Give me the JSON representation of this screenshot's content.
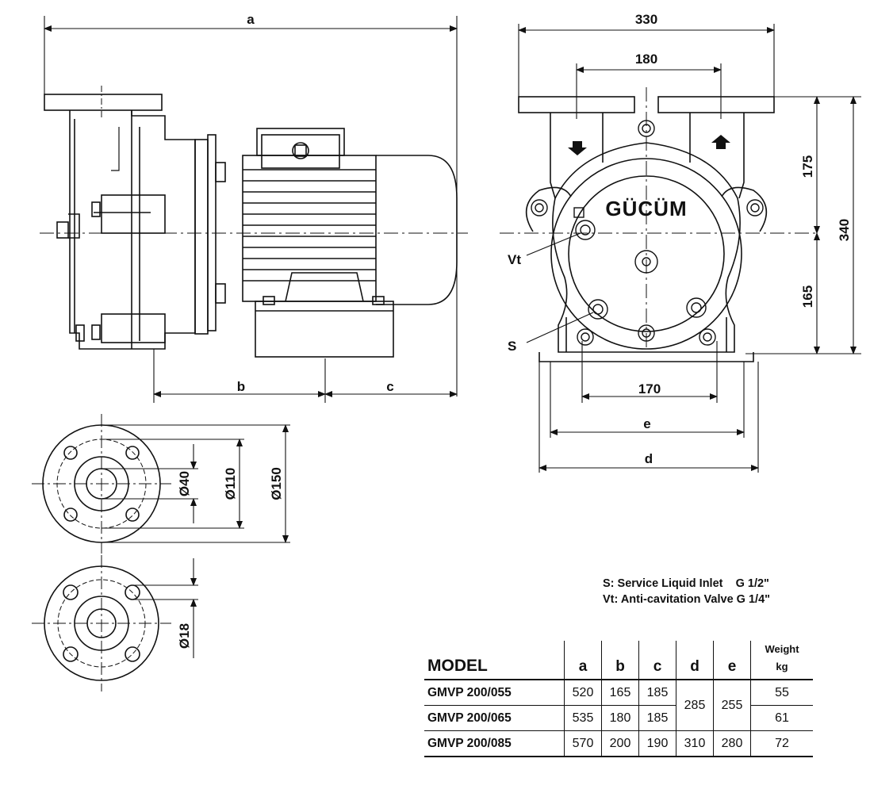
{
  "dimension_labels": {
    "a": "a",
    "b": "b",
    "c": "c",
    "d": "d",
    "e": "e",
    "width_330": "330",
    "port_spacing_180": "180",
    "height_175": "175",
    "height_340": "340",
    "height_165": "165",
    "foot_170": "170",
    "flange_bore": "Ø40",
    "flange_bolt_circle": "Ø110",
    "flange_outer": "Ø150",
    "bolt_hole": "Ø18"
  },
  "callouts": {
    "vt": "Vt",
    "s": "S"
  },
  "brand_text": "GÜCÜM",
  "notes": {
    "s_line": "S: Service Liquid Inlet    G 1/2\"",
    "vt_line": "Vt: Anti-cavitation Valve G 1/4\""
  },
  "table": {
    "model_header": "MODEL",
    "columns": [
      "a",
      "b",
      "c",
      "d",
      "e"
    ],
    "weight_header": "Weight",
    "weight_unit": "kg",
    "rows": [
      {
        "model": "GMVP 200/055",
        "a": "520",
        "b": "165",
        "c": "185",
        "weight": "55"
      },
      {
        "model": "GMVP 200/065",
        "a": "535",
        "b": "180",
        "c": "185",
        "weight": "61"
      },
      {
        "model": "GMVP 200/085",
        "a": "570",
        "b": "200",
        "c": "190",
        "d": "310",
        "e": "280",
        "weight": "72"
      }
    ],
    "shared_d": "285",
    "shared_e": "255"
  }
}
